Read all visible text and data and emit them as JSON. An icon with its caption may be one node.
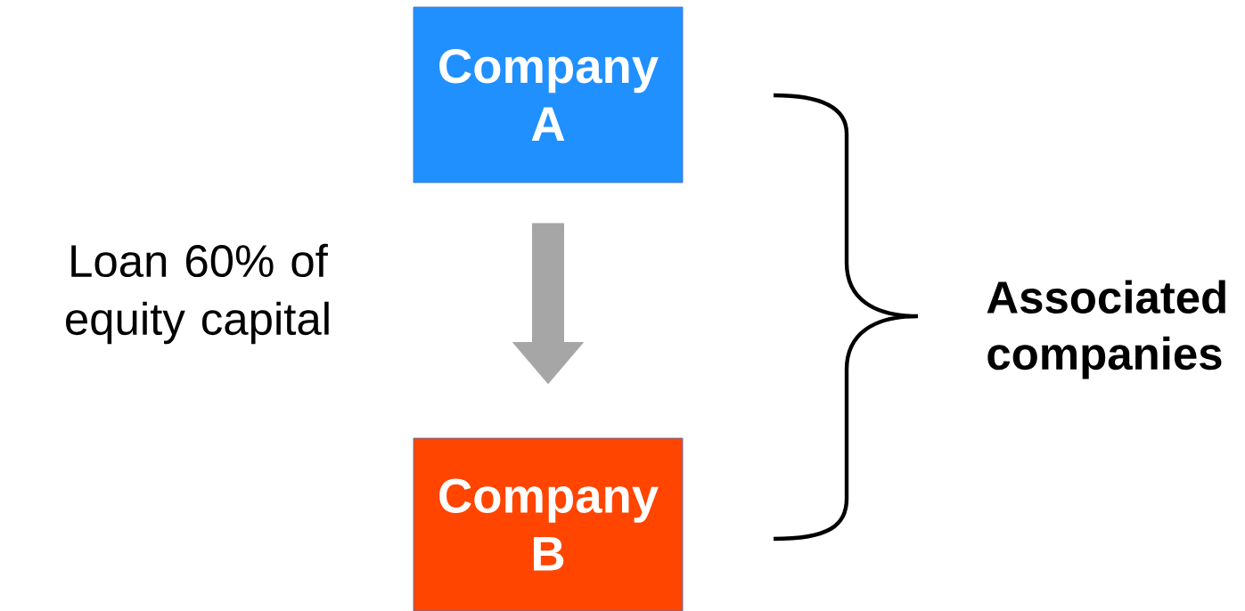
{
  "diagram": {
    "nodes": [
      {
        "text": [
          "Company A"
        ]
      },
      {
        "text": [
          "Company B"
        ]
      }
    ],
    "edges": [
      {
        "from": 0,
        "to": 1,
        "arrow": "to",
        "label": "Loan 60% of equity capital"
      }
    ],
    "labels": [
      "Associated companies"
    ]
  }
}
